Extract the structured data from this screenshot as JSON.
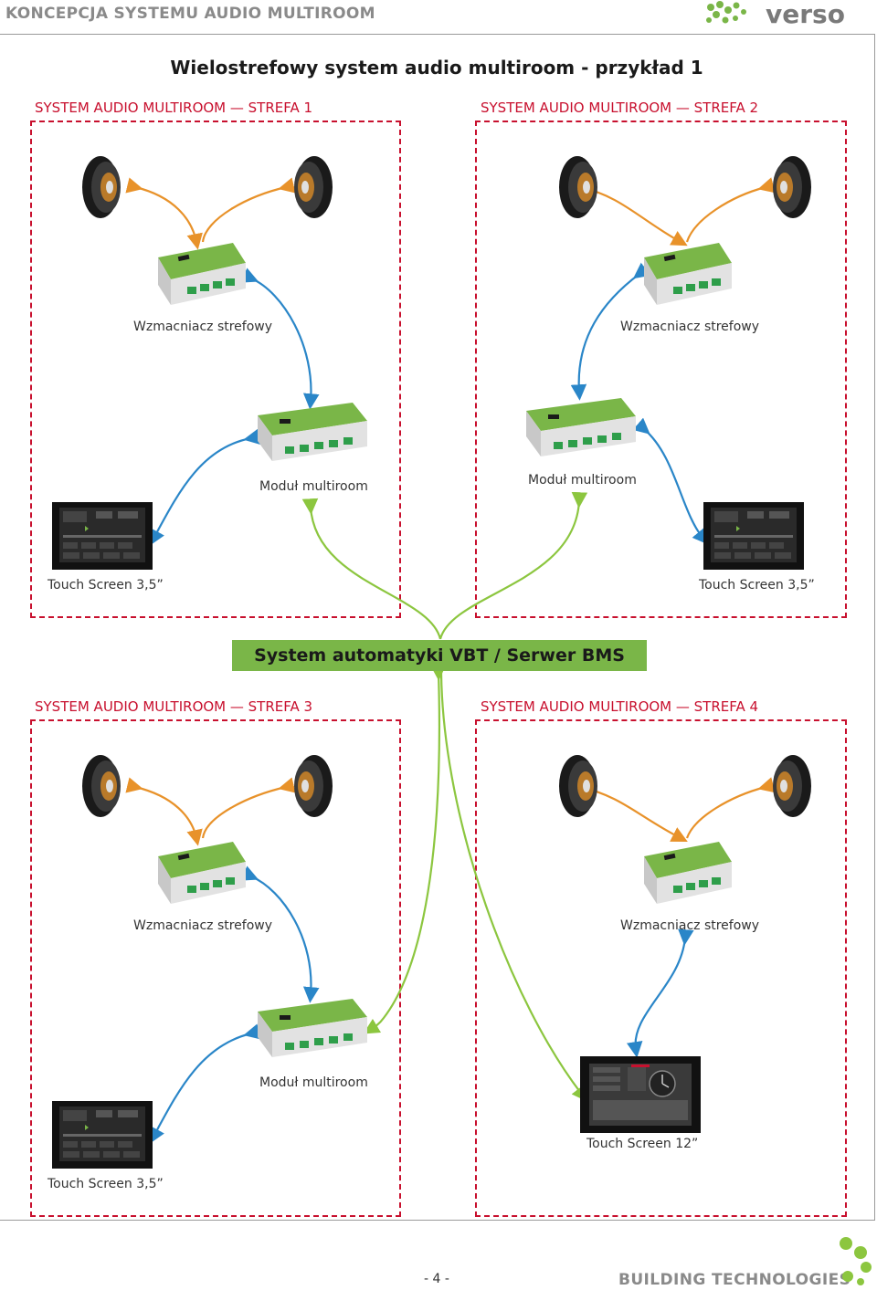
{
  "header": {
    "title": "KONCEPCJA SYSTEMU AUDIO MULTIROOM",
    "brand": "verso"
  },
  "diagram": {
    "title": "Wielostrefowy system audio multiroom - przykład 1"
  },
  "zones": [
    {
      "label": "SYSTEM AUDIO MULTIROOM — STREFA 1"
    },
    {
      "label": "SYSTEM AUDIO MULTIROOM — STREFA 2"
    },
    {
      "label": "SYSTEM AUDIO MULTIROOM — STREFA 3"
    },
    {
      "label": "SYSTEM AUDIO MULTIROOM — STREFA 4"
    }
  ],
  "captions": {
    "amp_1": "Wzmacniacz strefowy",
    "amp_2": "Wzmacniacz strefowy",
    "amp_3": "Wzmacniacz strefowy",
    "amp_4": "Wzmacniacz strefowy",
    "module_1": "Moduł multiroom",
    "module_2": "Moduł multiroom",
    "module_3": "Moduł multiroom",
    "touch_1": "Touch Screen 3,5”",
    "touch_2": "Touch Screen 3,5”",
    "touch_3": "Touch Screen 3,5”",
    "touch_4": "Touch Screen 12”"
  },
  "bms": {
    "label": "System automatyki VBT / Serwer BMS"
  },
  "footer": {
    "page": "- 4 -",
    "brand": "BUILDING TECHNOLOGIES"
  },
  "colors": {
    "zone_accent": "#c8102e",
    "bms_green": "#7ab648",
    "wire_orange": "#e8922a",
    "wire_blue": "#2a86c8",
    "wire_green": "#8cc63f"
  },
  "icons": [
    "speaker-icon",
    "amplifier-device-icon",
    "multiroom-module-icon",
    "touch-screen-icon",
    "verso-logo",
    "green-dots-logo"
  ]
}
